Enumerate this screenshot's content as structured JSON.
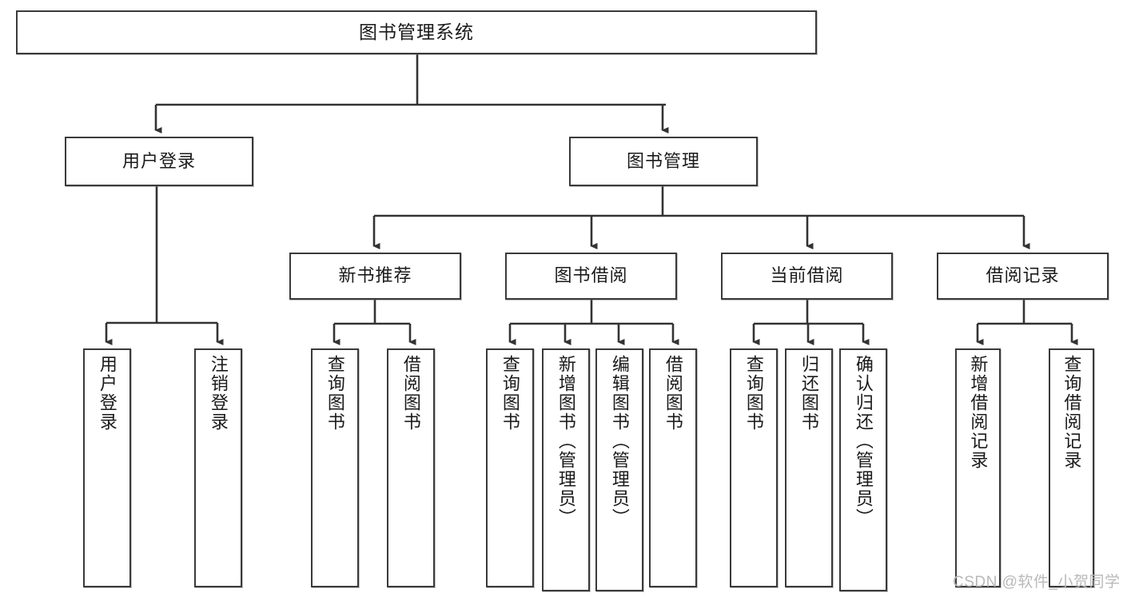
{
  "diagram": {
    "title": "图书管理系统",
    "type": "hierarchy-tree",
    "style": {
      "box_border_color": "#3a3a3a",
      "box_fill": "#ffffff",
      "line_color": "#333333",
      "text_color": "#1a1a1a",
      "background": "#ffffff"
    },
    "nodes": {
      "root": {
        "label": "图书管理系统"
      },
      "level1": [
        {
          "id": "user-login",
          "label": "用户登录"
        },
        {
          "id": "book-manage",
          "label": "图书管理"
        }
      ],
      "level2": [
        {
          "id": "new-book-recommend",
          "label": "新书推荐"
        },
        {
          "id": "book-borrow",
          "label": "图书借阅"
        },
        {
          "id": "current-borrow",
          "label": "当前借阅"
        },
        {
          "id": "borrow-record",
          "label": "借阅记录"
        }
      ],
      "leaves": {
        "user_login": [
          {
            "id": "leaf-user-login",
            "label": "用户登录"
          },
          {
            "id": "leaf-user-logout",
            "label": "注销登录"
          }
        ],
        "new_book_recommend": [
          {
            "id": "leaf-query-book-1",
            "label": "查询图书"
          },
          {
            "id": "leaf-borrow-book-1",
            "label": "借阅图书"
          }
        ],
        "book_borrow": [
          {
            "id": "leaf-query-book-2",
            "label": "查询图书"
          },
          {
            "id": "leaf-add-book",
            "label": "新增图书（管理员）"
          },
          {
            "id": "leaf-edit-book",
            "label": "编辑图书（管理员）"
          },
          {
            "id": "leaf-borrow-book-2",
            "label": "借阅图书"
          }
        ],
        "current_borrow": [
          {
            "id": "leaf-query-book-3",
            "label": "查询图书"
          },
          {
            "id": "leaf-return-book",
            "label": "归还图书"
          },
          {
            "id": "leaf-confirm-return",
            "label": "确认归还（管理员）"
          }
        ],
        "borrow_record": [
          {
            "id": "leaf-add-record",
            "label": "新增借阅记录"
          },
          {
            "id": "leaf-query-record",
            "label": "查询借阅记录"
          }
        ]
      }
    }
  },
  "watermark": {
    "text": "CSDN @软件_小贺同学"
  }
}
